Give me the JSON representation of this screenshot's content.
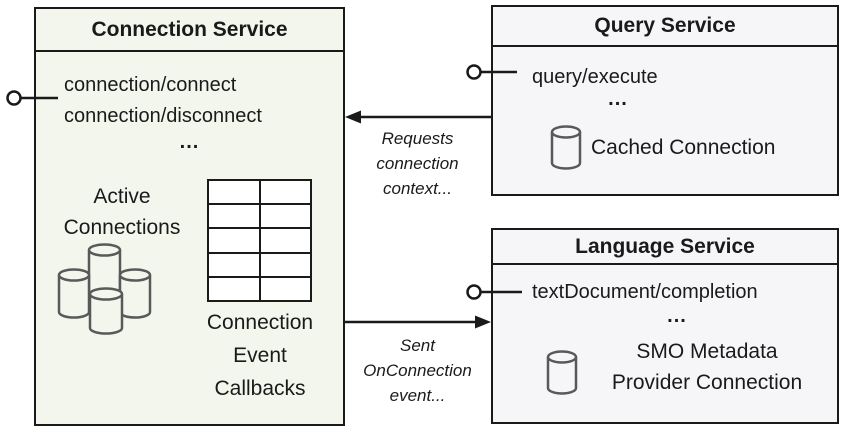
{
  "diagram": {
    "connection_service": {
      "title": "Connection Service",
      "methods": [
        "connection/connect",
        "connection/disconnect"
      ],
      "ellipsis": "...",
      "active_connections_lines": [
        "Active",
        "Connections"
      ],
      "callbacks_lines": [
        "Connection",
        "Event",
        "Callbacks"
      ],
      "callbacks_table": {
        "rows": 5,
        "columns": 2
      }
    },
    "query_service": {
      "title": "Query Service",
      "method": "query/execute",
      "ellipsis": "...",
      "cached_connection_label": "Cached Connection"
    },
    "language_service": {
      "title": "Language Service",
      "method": "textDocument/completion",
      "ellipsis": "...",
      "provider_lines": [
        "SMO Metadata",
        "Provider Connection"
      ]
    },
    "arrows": {
      "requests_label_lines": [
        "Requests",
        "connection",
        "context..."
      ],
      "sent_label_lines": [
        "Sent",
        "OnConnection",
        "event..."
      ]
    }
  },
  "colors": {
    "connection_box_fill": "#f3f6ec",
    "service_box_fill": "#f6f6f8",
    "border": "#1a1a1a",
    "cylinder_stroke": "#595959",
    "text": "#1a1a1a"
  }
}
